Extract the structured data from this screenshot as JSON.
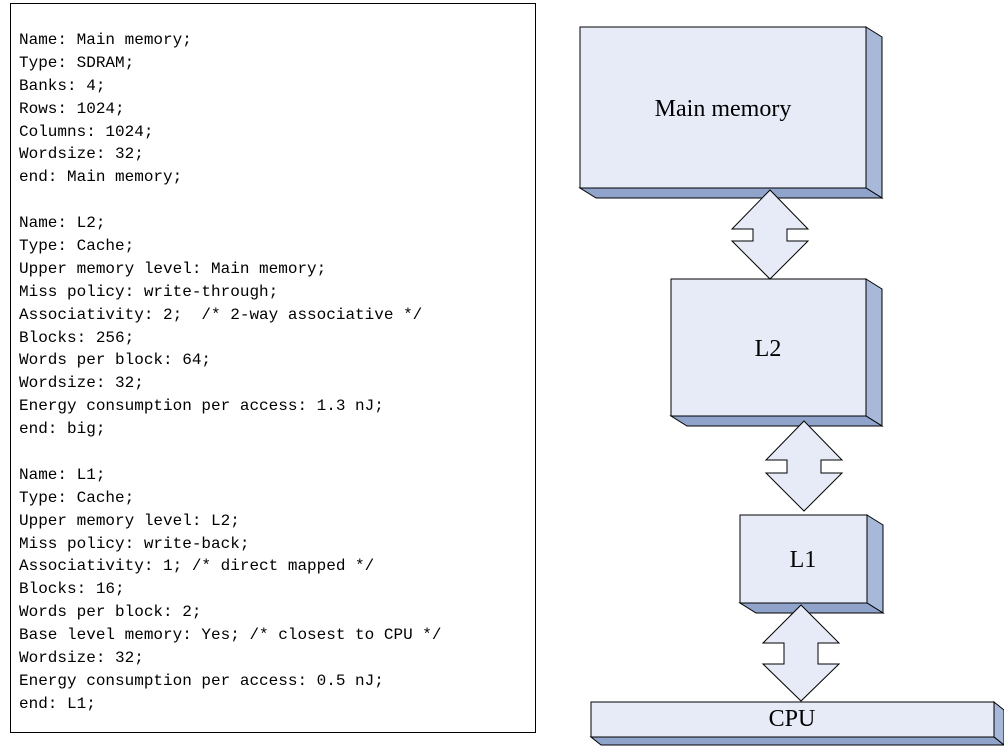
{
  "config_listing": {
    "lines": [
      "Name: Main memory;",
      "Type: SDRAM;",
      "Banks: 4;",
      "Rows: 1024;",
      "Columns: 1024;",
      "Wordsize: 32;",
      "end: Main memory;",
      "",
      "Name: L2;",
      "Type: Cache;",
      "Upper memory level: Main memory;",
      "Miss policy: write-through;",
      "Associativity: 2;  /* 2-way associative */",
      "Blocks: 256;",
      "Words per block: 64;",
      "Wordsize: 32;",
      "Energy consumption per access: 1.3 nJ;",
      "end: big;",
      "",
      "Name: L1;",
      "Type: Cache;",
      "Upper memory level: L2;",
      "Miss policy: write-back;",
      "Associativity: 1; /* direct mapped */",
      "Blocks: 16;",
      "Words per block: 2;",
      "Base level memory: Yes; /* closest to CPU */",
      "Wordsize: 32;",
      "Energy consumption per access: 0.5 nJ;",
      "end: L1;"
    ]
  },
  "hierarchy": {
    "main_memory": "Main memory",
    "l2": "L2",
    "l1": "L1",
    "cpu": "CPU"
  },
  "colors": {
    "box_face": "#e6ebf7",
    "box_side": "#a8b8d8",
    "box_bottom": "#8fa3cb",
    "arrow_fill": "#e6ebf7",
    "stroke": "#000000"
  }
}
